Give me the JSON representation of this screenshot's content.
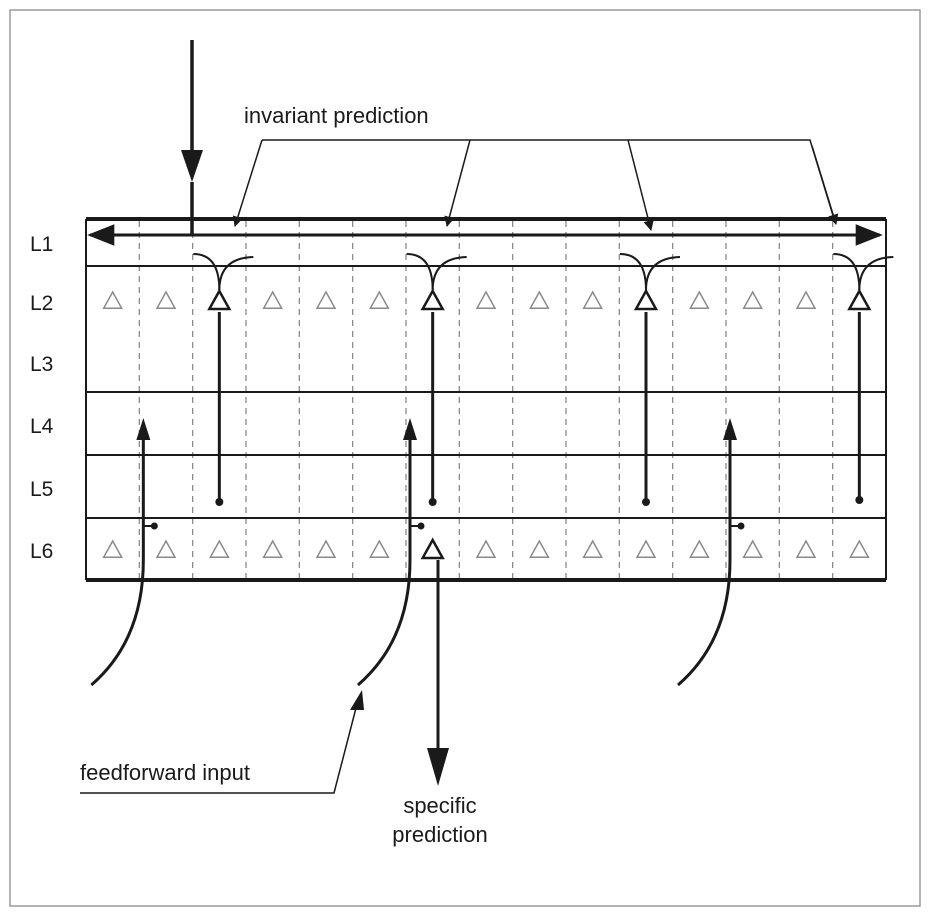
{
  "layers": [
    "L1",
    "L2",
    "L3",
    "L4",
    "L5",
    "L6"
  ],
  "labels": {
    "invariant": "invariant prediction",
    "feedforward": "feedforward input",
    "specific_line1": "specific",
    "specific_line2": "prediction"
  },
  "columns": 15,
  "l2_highlight_columns": [
    3,
    7,
    11,
    15
  ],
  "l6_highlight_columns": [
    7
  ],
  "feedforward_columns": [
    2,
    7,
    13
  ],
  "colors": {
    "line": "#1a1a1a",
    "dashed": "#8a8a8a",
    "triangle_light": "#8a8a8a",
    "frame": "#9a9a9a"
  }
}
